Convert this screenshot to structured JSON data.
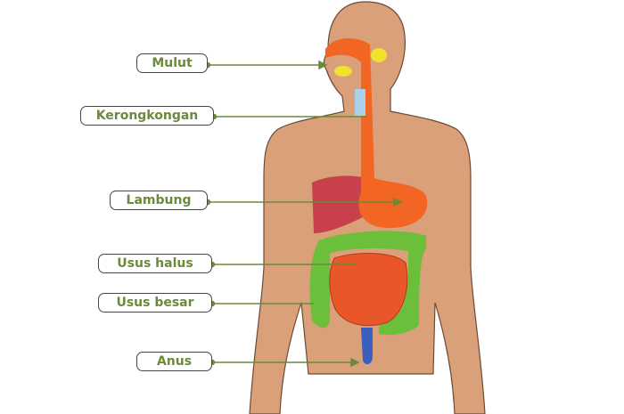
{
  "labels": {
    "mulut": "Mulut",
    "kerongkongan": "Kerongkongan",
    "lambung": "Lambung",
    "usus_halus": "Usus halus",
    "usus_besar": "Usus besar",
    "anus": "Anus"
  },
  "colors": {
    "label_text": "#6b8a3a",
    "skin": "#d9a07a",
    "esophagus": "#f26522",
    "liver": "#c8414a",
    "large_intestine": "#6cbf3a",
    "small_intestine": "#e8562a",
    "rectum": "#3a5fbf"
  }
}
